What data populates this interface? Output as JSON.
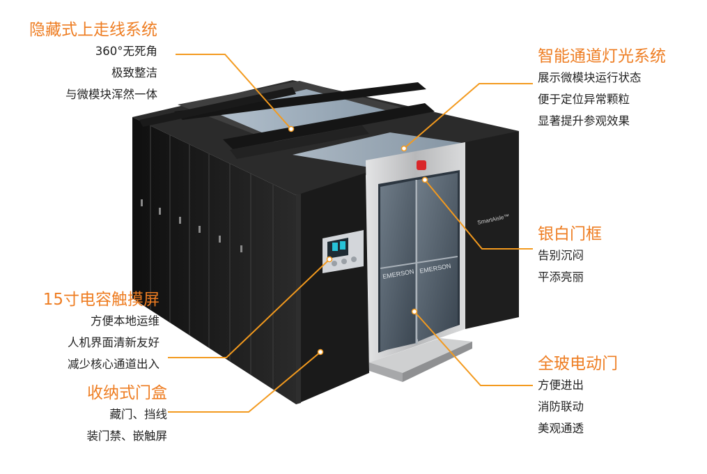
{
  "callouts": {
    "top_left": {
      "title": "隐藏式上走线系统",
      "lines": [
        "360°无死角",
        "极致整洁",
        "与微模块浑然一体"
      ]
    },
    "top_right": {
      "title": "智能通道灯光系统",
      "lines": [
        "展示微模块运行状态",
        "便于定位异常颗粒",
        "显著提升参观效果"
      ]
    },
    "frame": {
      "title": "银白门框",
      "lines": [
        "告别沉闷",
        "平添亮丽"
      ]
    },
    "touch": {
      "title": "15寸电容触摸屏",
      "lines": [
        "方便本地运维",
        "人机界面清新友好",
        "减少核心通道出入"
      ]
    },
    "box": {
      "title": "收纳式门盒",
      "lines": [
        "藏门、挡线",
        "装门禁、嵌触屏"
      ]
    },
    "door": {
      "title": "全玻电动门",
      "lines": [
        "方便进出",
        "消防联动",
        "美观通透"
      ]
    }
  },
  "door_marks": {
    "brand_left": "EMERSON",
    "brand_right": "EMERSON",
    "panel_logo": "SmartAisle™"
  },
  "colors": {
    "accent": "#ee7d22",
    "body_text": "#222222",
    "cabinet": "#1c1c1c",
    "frame_silver": "#c9cacb"
  }
}
